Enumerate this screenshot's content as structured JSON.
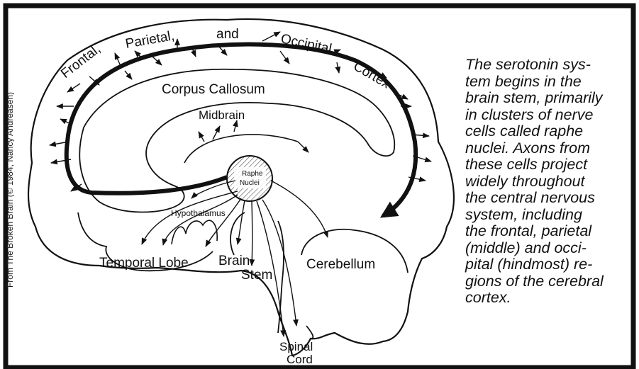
{
  "credit": "From The Broken Brain (© 1984, Nancy Andreasen)",
  "labels": {
    "frontal": "Frontal,",
    "parietal": "Parietal,",
    "and": "and",
    "occipital": "Occipital",
    "cortex": "Cortex",
    "corpus_callosum": "Corpus Callosum",
    "midbrain": "Midbrain",
    "raphe": "Raphe",
    "nuclei": "Nuclei",
    "hypothalamus": "Hypothalamus",
    "temporal_lobe": "Temporal Lobe",
    "brain": "Brain",
    "stem": "Stem",
    "cerebellum": "Cerebellum",
    "spinal": "Spinal",
    "cord": "Cord"
  },
  "caption": {
    "lines": [
      "The serotonin sys-",
      "tem begins in the",
      "brain stem, primarily",
      "in clusters of nerve",
      "cells called raphe",
      "nuclei. Axons from",
      "these cells project",
      "widely throughout",
      "the central nervous",
      "system, including",
      "the frontal, parietal",
      "(middle) and occi-",
      "pital (hindmost) re-",
      "gions of the cerebral",
      "cortex."
    ]
  }
}
